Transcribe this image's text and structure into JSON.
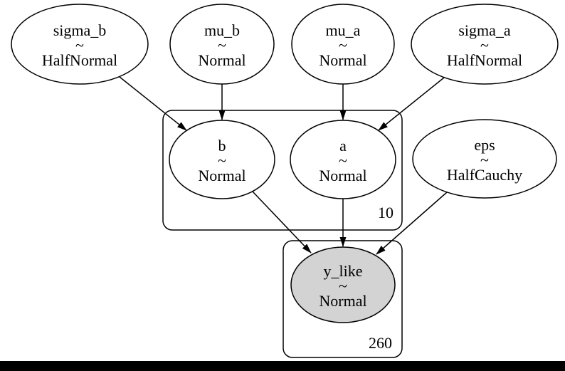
{
  "diagram": {
    "title": "probabilistic-model-graph",
    "nodes": {
      "sigma_b": {
        "name": "sigma_b",
        "tilde": "~",
        "dist": "HalfNormal",
        "observed": false
      },
      "mu_b": {
        "name": "mu_b",
        "tilde": "~",
        "dist": "Normal",
        "observed": false
      },
      "mu_a": {
        "name": "mu_a",
        "tilde": "~",
        "dist": "Normal",
        "observed": false
      },
      "sigma_a": {
        "name": "sigma_a",
        "tilde": "~",
        "dist": "HalfNormal",
        "observed": false
      },
      "b": {
        "name": "b",
        "tilde": "~",
        "dist": "Normal",
        "observed": false
      },
      "a": {
        "name": "a",
        "tilde": "~",
        "dist": "Normal",
        "observed": false
      },
      "eps": {
        "name": "eps",
        "tilde": "~",
        "dist": "HalfCauchy",
        "observed": false
      },
      "y_like": {
        "name": "y_like",
        "tilde": "~",
        "dist": "Normal",
        "observed": true
      }
    },
    "plates": {
      "plate_10": {
        "label": "10"
      },
      "plate_260": {
        "label": "260"
      }
    },
    "edges": [
      {
        "from": "sigma_b",
        "to": "b"
      },
      {
        "from": "mu_b",
        "to": "b"
      },
      {
        "from": "mu_a",
        "to": "a"
      },
      {
        "from": "sigma_a",
        "to": "a"
      },
      {
        "from": "b",
        "to": "y_like"
      },
      {
        "from": "a",
        "to": "y_like"
      },
      {
        "from": "eps",
        "to": "y_like"
      }
    ],
    "colors": {
      "background": "#ffffff",
      "stroke": "#000000",
      "observed_fill": "#d3d3d3",
      "bottom_bar": "#000000"
    }
  }
}
